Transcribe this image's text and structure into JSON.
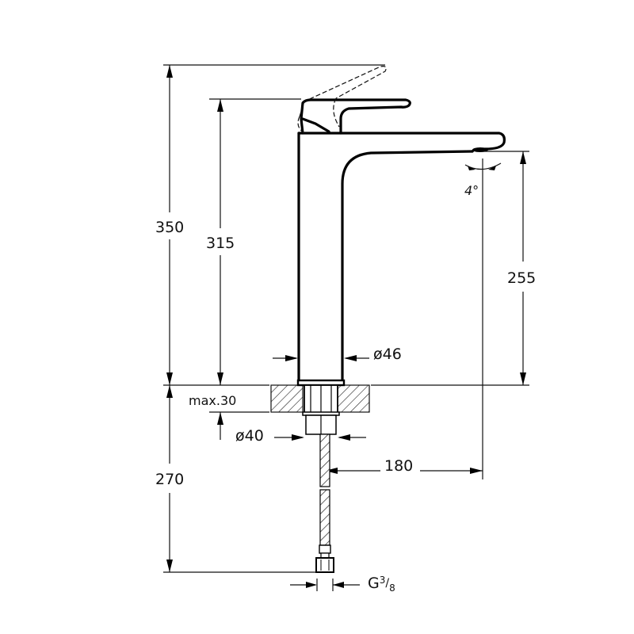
{
  "drawing": {
    "subject": "tall basin mixer faucet",
    "dimensions": {
      "total_height": "350",
      "body_height": "315",
      "spout_height": "255",
      "spout_tilt": "4°",
      "body_diameter": "ø46",
      "counter_thickness": "max.30",
      "thread_diameter": "ø40",
      "spout_reach": "180",
      "hose_length": "270",
      "hose_connection": "G",
      "hose_connection_num": "3",
      "hose_connection_den": "8"
    }
  }
}
